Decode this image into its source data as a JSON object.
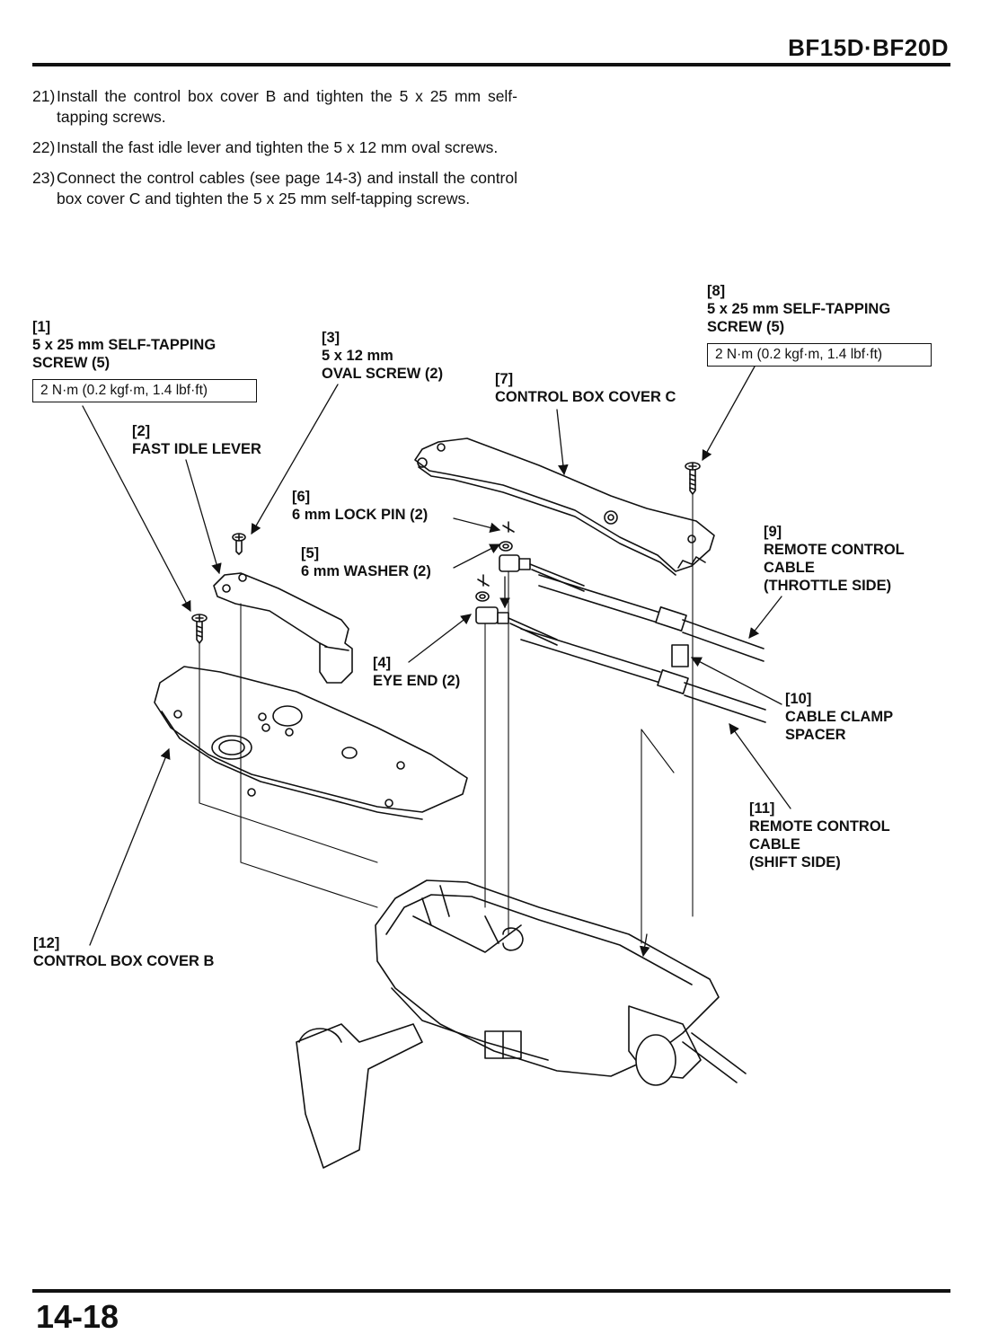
{
  "header": {
    "model": "BF15D·BF20D"
  },
  "page_number": "14-18",
  "steps": [
    {
      "num": "21)",
      "text": "Install the control box cover B and tighten the 5 x 25 mm self-tapping screws."
    },
    {
      "num": "22)",
      "text": "Install the fast idle lever and tighten the 5 x 12 mm oval screws."
    },
    {
      "num": "23)",
      "text": "Connect the control cables (see page 14-3) and install the control box cover C and tighten the 5 x 25 mm self-tapping screws."
    }
  ],
  "callouts": {
    "c1": {
      "num": "[1]",
      "l1": "5 x 25 mm SELF-TAPPING",
      "l2": "SCREW (5)",
      "torque": "2 N·m (0.2 kgf·m, 1.4 lbf·ft)"
    },
    "c2": {
      "num": "[2]",
      "l1": "FAST IDLE LEVER"
    },
    "c3": {
      "num": "[3]",
      "l1": "5 x 12 mm",
      "l2": "OVAL SCREW (2)"
    },
    "c4": {
      "num": "[4]",
      "l1": "EYE END (2)"
    },
    "c5": {
      "num": "[5]",
      "l1": "6 mm WASHER (2)"
    },
    "c6": {
      "num": "[6]",
      "l1": "6 mm LOCK PIN (2)"
    },
    "c7": {
      "num": "[7]",
      "l1": "CONTROL BOX COVER C"
    },
    "c8": {
      "num": "[8]",
      "l1": "5 x 25 mm SELF-TAPPING",
      "l2": "SCREW (5)",
      "torque": "2 N·m (0.2 kgf·m, 1.4 lbf·ft)"
    },
    "c9": {
      "num": "[9]",
      "l1": "REMOTE CONTROL",
      "l2": "CABLE",
      "l3": "(THROTTLE SIDE)"
    },
    "c10": {
      "num": "[10]",
      "l1": "CABLE CLAMP",
      "l2": "SPACER"
    },
    "c11": {
      "num": "[11]",
      "l1": "REMOTE CONTROL",
      "l2": "CABLE",
      "l3": "(SHIFT SIDE)"
    },
    "c12": {
      "num": "[12]",
      "l1": "CONTROL BOX COVER B"
    }
  }
}
